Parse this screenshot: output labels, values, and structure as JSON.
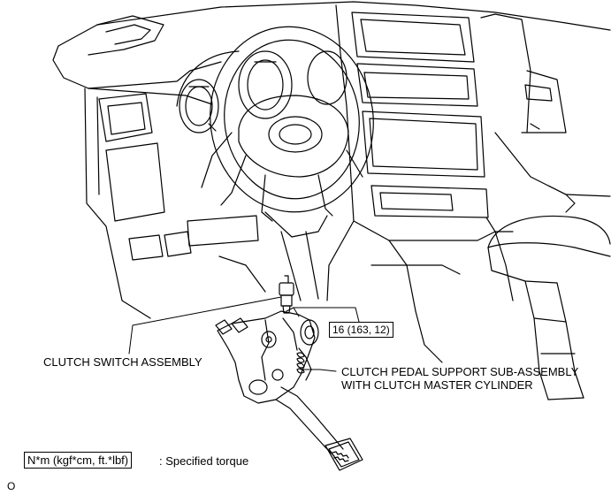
{
  "labels": {
    "clutch_switch": "CLUTCH SWITCH ASSEMBLY",
    "pedal_support_line1": "CLUTCH PEDAL SUPPORT SUB-ASSEMBLY",
    "pedal_support_line2": "WITH CLUTCH MASTER CYLINDER",
    "torque_value": "16 (163, 12)",
    "legend_box": "N*m (kgf*cm, ft.*lbf)",
    "legend_text": ": Specified torque",
    "figure_mark": "O"
  },
  "colors": {
    "line": "#000000",
    "background": "#ffffff"
  }
}
